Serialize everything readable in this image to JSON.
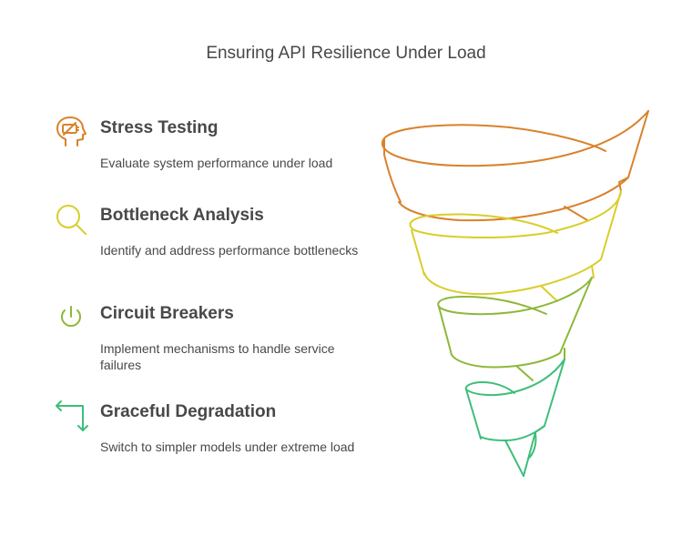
{
  "title": "Ensuring API Resilience Under Load",
  "items": [
    {
      "heading": "Stress Testing",
      "description": "Evaluate system performance under load",
      "icon": "head-battery-icon",
      "color": "#D9822B"
    },
    {
      "heading": "Bottleneck Analysis",
      "description": "Identify and address performance bottlenecks",
      "icon": "magnifier-icon",
      "color": "#D8CE2A"
    },
    {
      "heading": "Circuit Breakers",
      "description": "Implement mechanisms to handle service failures",
      "icon": "power-icon",
      "color": "#8DB83A"
    },
    {
      "heading": "Graceful Degradation",
      "description": "Switch to simpler models under extreme load",
      "icon": "turn-down-arrow-icon",
      "color": "#3DBE7A"
    }
  ]
}
